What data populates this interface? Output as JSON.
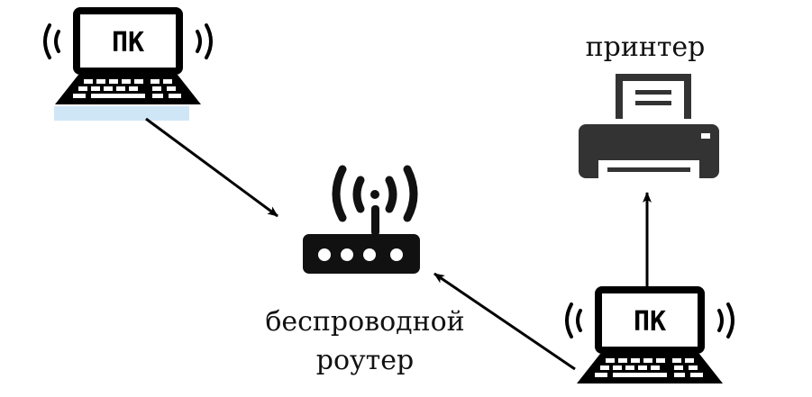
{
  "nodes": {
    "pc1": {
      "label": "ПК"
    },
    "pc2": {
      "label": "ПК"
    },
    "router": {
      "label_line1": "беспроводной",
      "label_line2": "роутер"
    },
    "printer": {
      "label": "принтер"
    }
  },
  "edges": [
    {
      "from": "pc1",
      "to": "router"
    },
    {
      "from": "pc2",
      "to": "router"
    },
    {
      "from": "pc2",
      "to": "printer"
    }
  ]
}
